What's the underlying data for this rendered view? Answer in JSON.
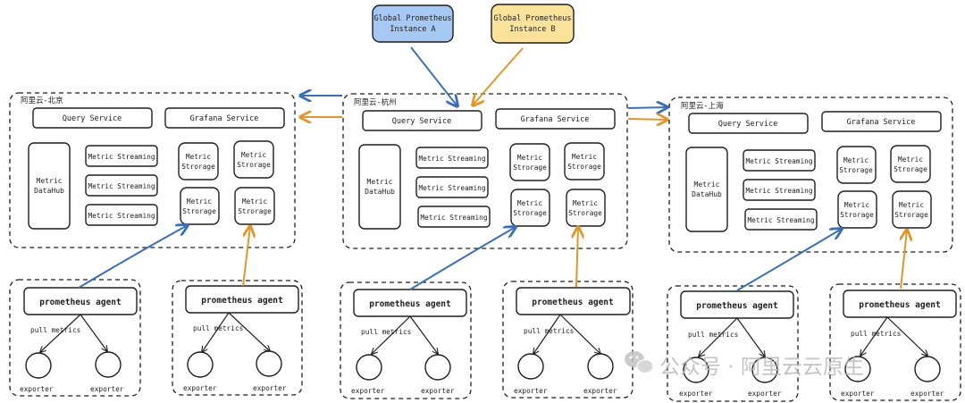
{
  "global_a": {
    "line1": "Global Prometheus",
    "line2": "Instance A",
    "fill": "#a5c8f4"
  },
  "global_b": {
    "line1": "Global Prometheus",
    "line2": "Instance B",
    "fill": "#fbe29a"
  },
  "regions": [
    {
      "label": "阿里云-北京"
    },
    {
      "label": "阿里云-杭州"
    },
    {
      "label": "阿里云-上海"
    }
  ],
  "labels": {
    "query_service": "Query Service",
    "grafana_service": "Grafana Service",
    "metric_streaming": "Metric Streaming",
    "datahub_line1": "Metric",
    "datahub_line2": "DataHub",
    "storage_line1": "Metric",
    "storage_line2": "Strorage",
    "agent": "prometheus agent",
    "pull_metrics": "pull metrics",
    "exporter": "exporter"
  },
  "colors": {
    "blue_arrow": "#3a6fb7",
    "orange_arrow": "#e0962e"
  },
  "watermark": {
    "text": "公众号 · 阿里云云原生",
    "icon": "wechat-icon"
  }
}
